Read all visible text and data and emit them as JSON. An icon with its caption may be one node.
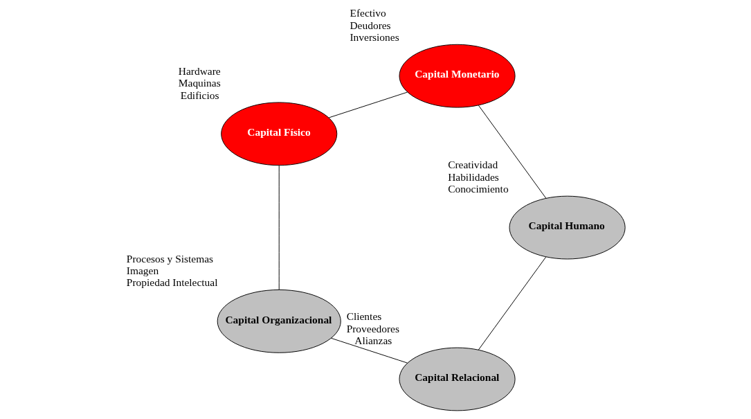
{
  "diagram": {
    "nodes": [
      {
        "text": [
          "Capital Relacional"
        ],
        "beside": [
          "Clientes",
          "Proveedores",
          "Alianzas"
        ]
      },
      {
        "text": [
          "Capital Humano"
        ],
        "beside": [
          "Creatividad",
          "Habilidades",
          "Conocimiento"
        ]
      },
      {
        "text": [
          "Capital Organizacional"
        ],
        "beside": [
          "Procesos y Sistemas",
          "Imagen",
          "Propiedad Intelectual"
        ]
      },
      {
        "text": [
          "Capital Monetario"
        ],
        "beside": [
          "Efectivo",
          "Deudores",
          "Inversiones"
        ]
      },
      {
        "text": [
          "Capital Físico"
        ],
        "beside": [
          "Hardware",
          "Maquinas",
          "Edificios"
        ]
      }
    ],
    "edges": [
      {
        "from": 0,
        "to": 2,
        "arrow": "none"
      },
      {
        "from": 2,
        "to": 4,
        "arrow": "none"
      },
      {
        "from": 4,
        "to": 3,
        "arrow": "none"
      },
      {
        "from": 3,
        "to": 1,
        "arrow": "none"
      },
      {
        "from": 1,
        "to": 0,
        "arrow": "none"
      }
    ]
  }
}
